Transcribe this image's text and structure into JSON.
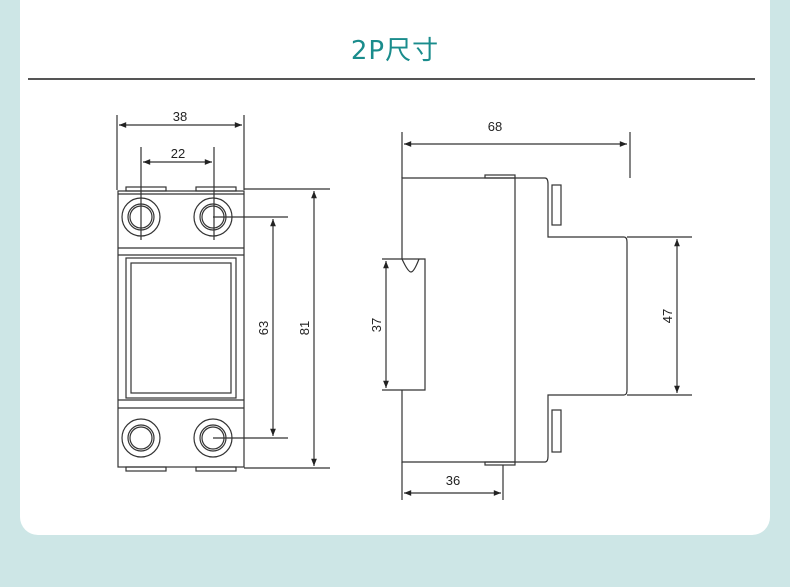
{
  "title": "2P尺寸",
  "front_view": {
    "width_label": "38",
    "terminal_spacing_label": "22",
    "terminal_height_label": "63",
    "height_label": "81"
  },
  "side_view": {
    "depth_label": "68",
    "clip_label": "37",
    "rail_label": "47",
    "front_depth_label": "36"
  },
  "colors": {
    "background": "#cde6e6",
    "title": "#1a8c8c",
    "line": "#333333"
  }
}
